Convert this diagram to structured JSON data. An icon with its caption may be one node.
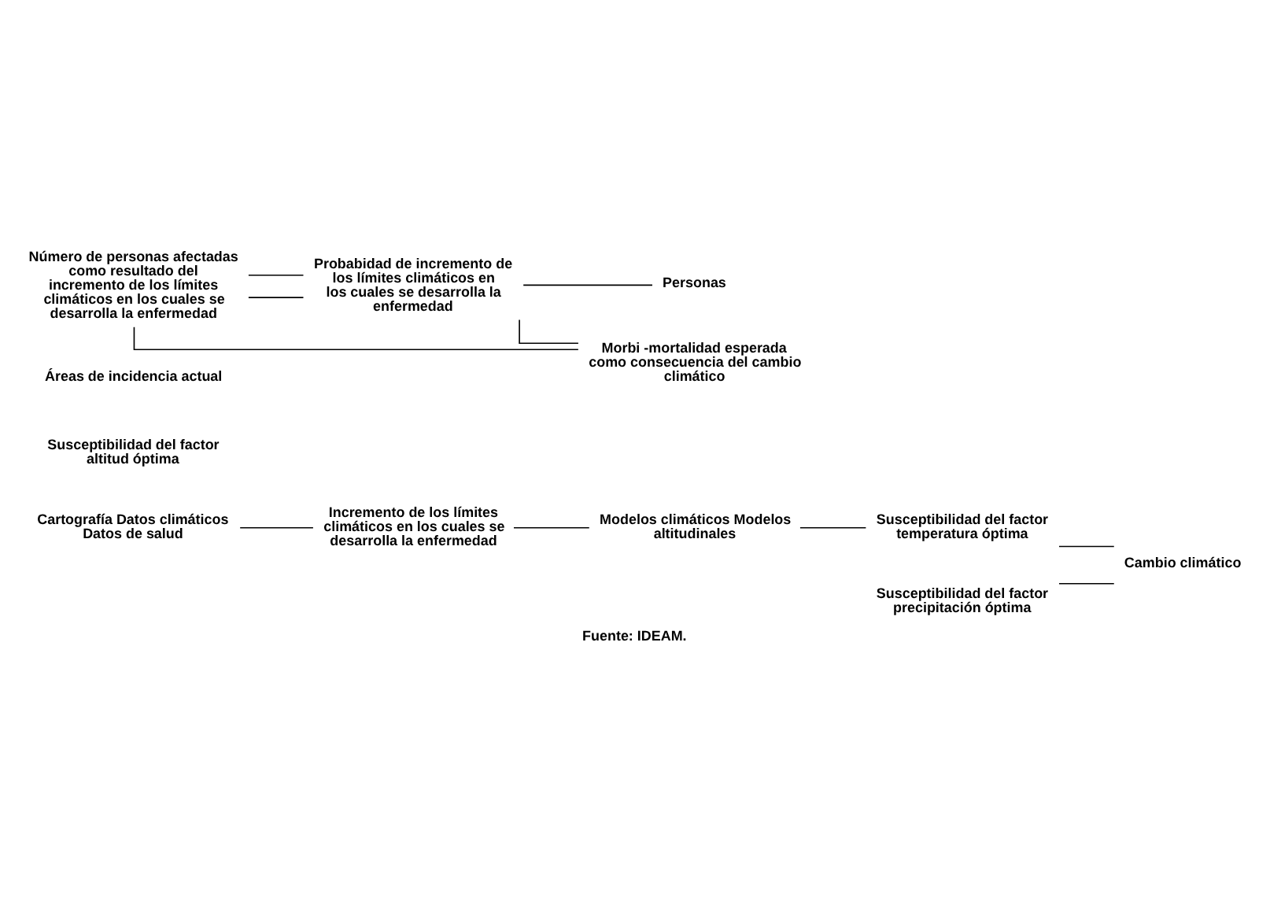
{
  "diagram": {
    "caption": "Fuente: IDEAM.",
    "nodes": [
      {
        "text": [
          "Cartografía Datos climáticos Datos de salud"
        ]
      },
      {
        "text": [
          "Incremento de los límites climáticos en los cuales se desarrolla la enfermedad"
        ]
      },
      {
        "text": [
          "Modelos climáticos Modelos altitudinales"
        ]
      },
      {
        "text": [
          "Susceptibilidad del factor temperatura óptima"
        ]
      },
      {
        "text": [
          "Susceptibilidad del factor precipitación óptima"
        ]
      },
      {
        "text": [
          "Susceptibilidad del factor altitud óptima"
        ]
      },
      {
        "text": [
          "Áreas de incidencia actual"
        ]
      },
      {
        "text": [
          "Cambio climático"
        ]
      },
      {
        "text": [
          "Probabidad de incremento de los límites climáticos en los cuales se desarrolla la enfermedad"
        ]
      },
      {
        "text": [
          "Personas"
        ]
      },
      {
        "text": [
          "Número de personas afectadas como resultado del incremento de los límites climáticos en los cuales se desarrolla la enfermedad"
        ]
      },
      {
        "text": [
          "Morbi -mortalidad esperada como consecuencia del cambio climático"
        ]
      }
    ],
    "edges": [
      {
        "from": 0,
        "to": 1,
        "arrow": "none"
      },
      {
        "from": 1,
        "to": 2,
        "arrow": "none"
      },
      {
        "from": 2,
        "to": 3,
        "arrow": "none"
      },
      {
        "from": 3,
        "to": 7,
        "arrow": "none"
      },
      {
        "from": 4,
        "to": 7,
        "arrow": "none"
      },
      {
        "from": 10,
        "to": 8,
        "arrow": "none"
      },
      {
        "from": 10,
        "to": 8,
        "arrow": "none"
      },
      {
        "from": 8,
        "to": 9,
        "arrow": "none"
      },
      {
        "from": 10,
        "to": 11,
        "arrow": "none"
      },
      {
        "from": 8,
        "to": 11,
        "arrow": "none"
      }
    ]
  }
}
